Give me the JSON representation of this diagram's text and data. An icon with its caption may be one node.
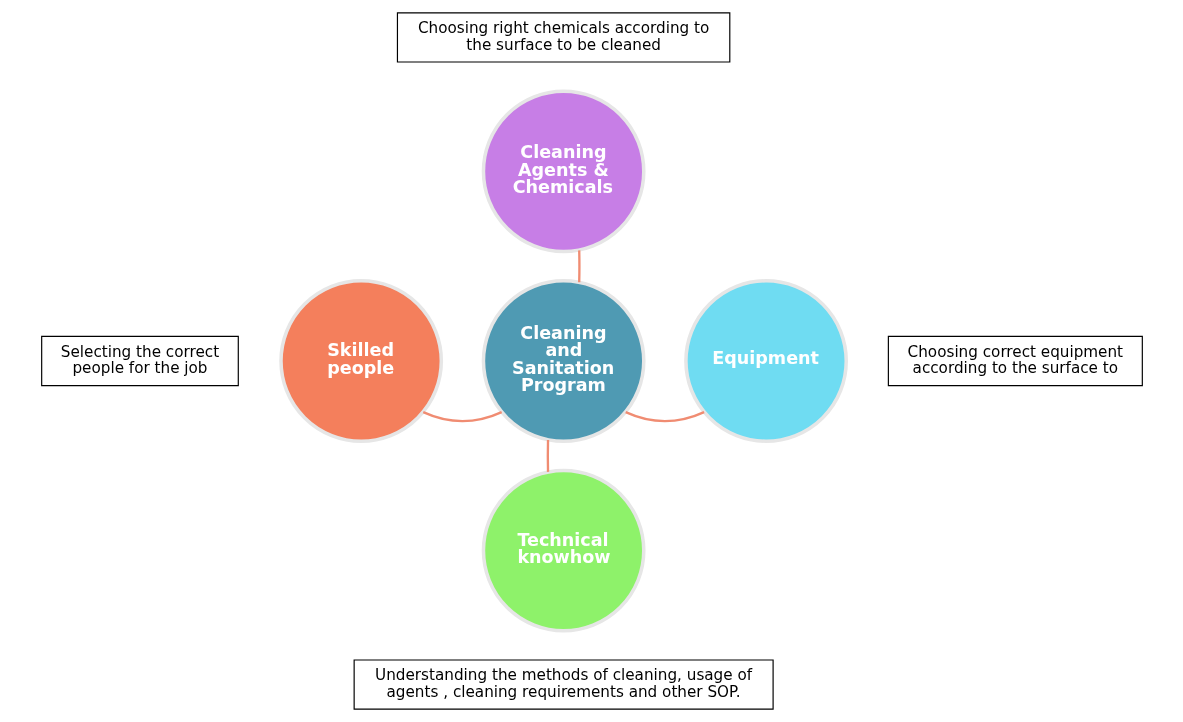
{
  "diagram": {
    "nodes": [
      {
        "text": [
          "Cleaning and Sanitation Program"
        ]
      },
      {
        "text": [
          "Cleaning Agents & Chemicals"
        ]
      },
      {
        "text": [
          "Skilled people"
        ]
      },
      {
        "text": [
          "Equipment"
        ]
      },
      {
        "text": [
          "Technical knowhow"
        ]
      },
      {
        "text": [
          "Choosing right chemicals according to the surface to be cleaned"
        ]
      },
      {
        "text": [
          "Selecting the correct people for the job"
        ]
      },
      {
        "text": [
          "Choosing correct equipment according to the surface to"
        ]
      },
      {
        "text": [
          "Understanding the methods of cleaning, usage of agents , cleaning requirements and other SOP."
        ]
      }
    ],
    "edges": [
      {
        "from": 0,
        "to": 1,
        "arrow": "none"
      },
      {
        "from": 0,
        "to": 2,
        "arrow": "none"
      },
      {
        "from": 0,
        "to": 3,
        "arrow": "none"
      },
      {
        "from": 0,
        "to": 4,
        "arrow": "none"
      }
    ]
  }
}
